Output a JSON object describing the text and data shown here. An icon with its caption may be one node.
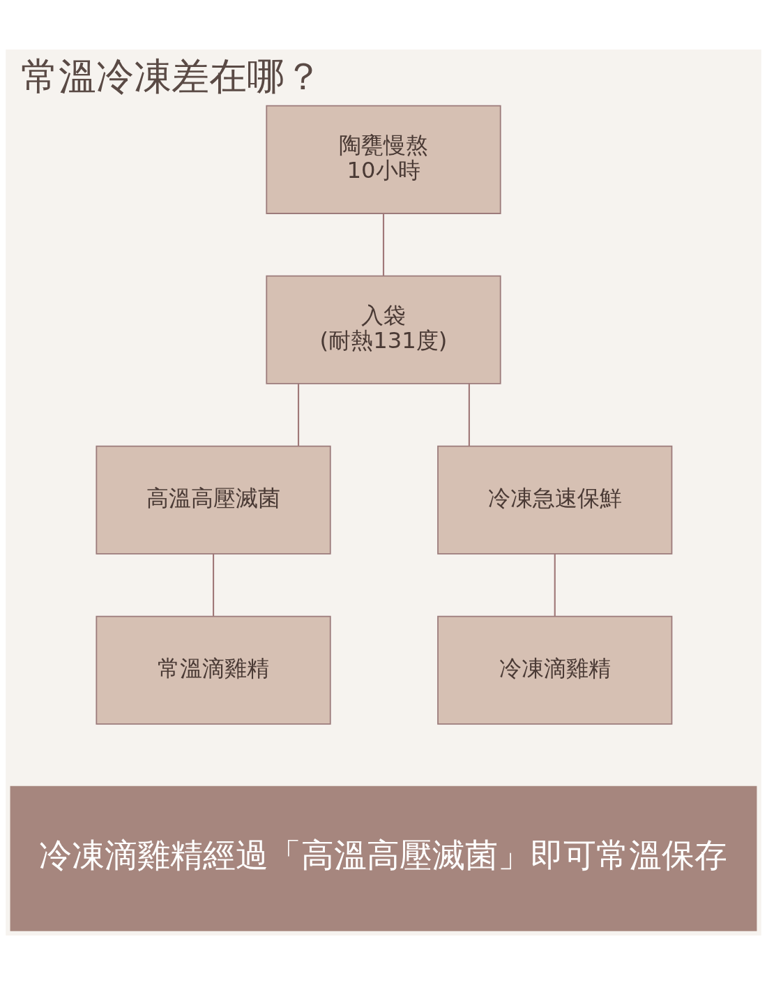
{
  "diagram": {
    "title": "常溫冷凍差在哪？",
    "caption": "冷凍滴雞精經過「高溫高壓滅菌」即可常溫保存",
    "nodes": [
      {
        "text": [
          "陶甕慢熬",
          "10小時"
        ]
      },
      {
        "text": [
          "入袋",
          "(耐熱131度)"
        ]
      },
      {
        "text": [
          "高溫高壓滅菌"
        ]
      },
      {
        "text": [
          "冷凍急速保鮮"
        ]
      },
      {
        "text": [
          "常溫滴雞精"
        ]
      },
      {
        "text": [
          "冷凍滴雞精"
        ]
      }
    ],
    "edges": [
      {
        "from": 0,
        "to": 1,
        "arrow": "none"
      },
      {
        "from": 1,
        "to": 2,
        "arrow": "none"
      },
      {
        "from": 1,
        "to": 3,
        "arrow": "none"
      },
      {
        "from": 2,
        "to": 4,
        "arrow": "none"
      },
      {
        "from": 3,
        "to": 5,
        "arrow": "none"
      }
    ]
  }
}
